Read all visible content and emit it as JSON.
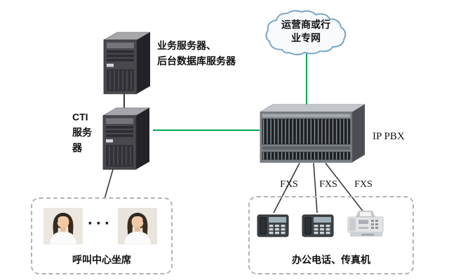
{
  "nodes": {
    "business_server": {
      "label_line1": "业务服务器、",
      "label_line2": "后台数据库服务器"
    },
    "cti_server": {
      "label_line1": "CTI",
      "label_line2": "服务",
      "label_line3": "器"
    },
    "cloud": {
      "label_line1": "运营商或行",
      "label_line2": "业专网"
    },
    "ip_pbx": {
      "label": "IP PBX"
    },
    "call_center": {
      "label": "呼叫中心坐席",
      "dots": "···"
    },
    "office_devices": {
      "label": "办公电话、传真机"
    },
    "fxs_ports": [
      "FXS",
      "FXS",
      "FXS"
    ]
  },
  "colors": {
    "green_link": "#00A651",
    "dark_link": "#3A3A3A",
    "cloud_stroke": "#7AA6C8",
    "box_border": "#B3B3B3"
  }
}
